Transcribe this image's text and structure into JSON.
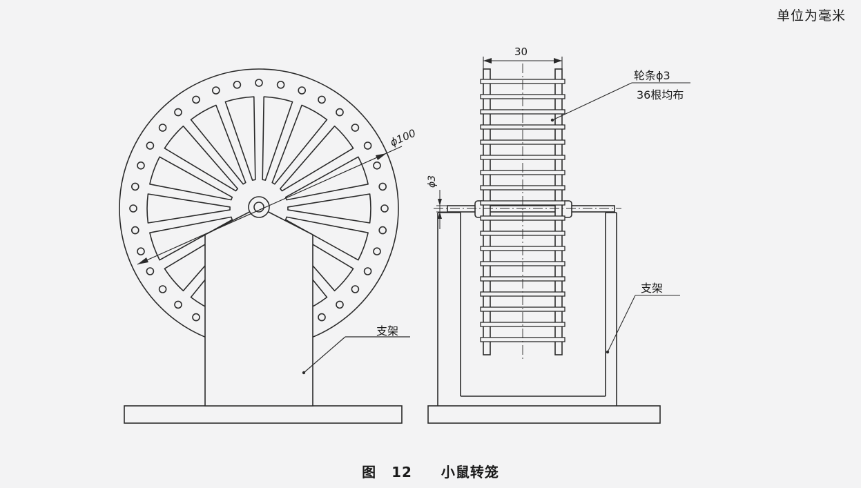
{
  "unit_note": "单位为毫米",
  "caption": {
    "fig_label": "图",
    "fig_number": "12",
    "title": "小鼠转笼"
  },
  "front_view": {
    "diameter_label": "ϕ100",
    "support_label": "支架"
  },
  "side_view": {
    "width_label": "30",
    "spoke_label_line1": "轮条ϕ3",
    "spoke_label_line2": "36根均布",
    "axle_label": "ϕ3",
    "support_label": "支架"
  },
  "colors": {
    "line": "#2a2a2a",
    "paper": "#f3f3f4"
  }
}
